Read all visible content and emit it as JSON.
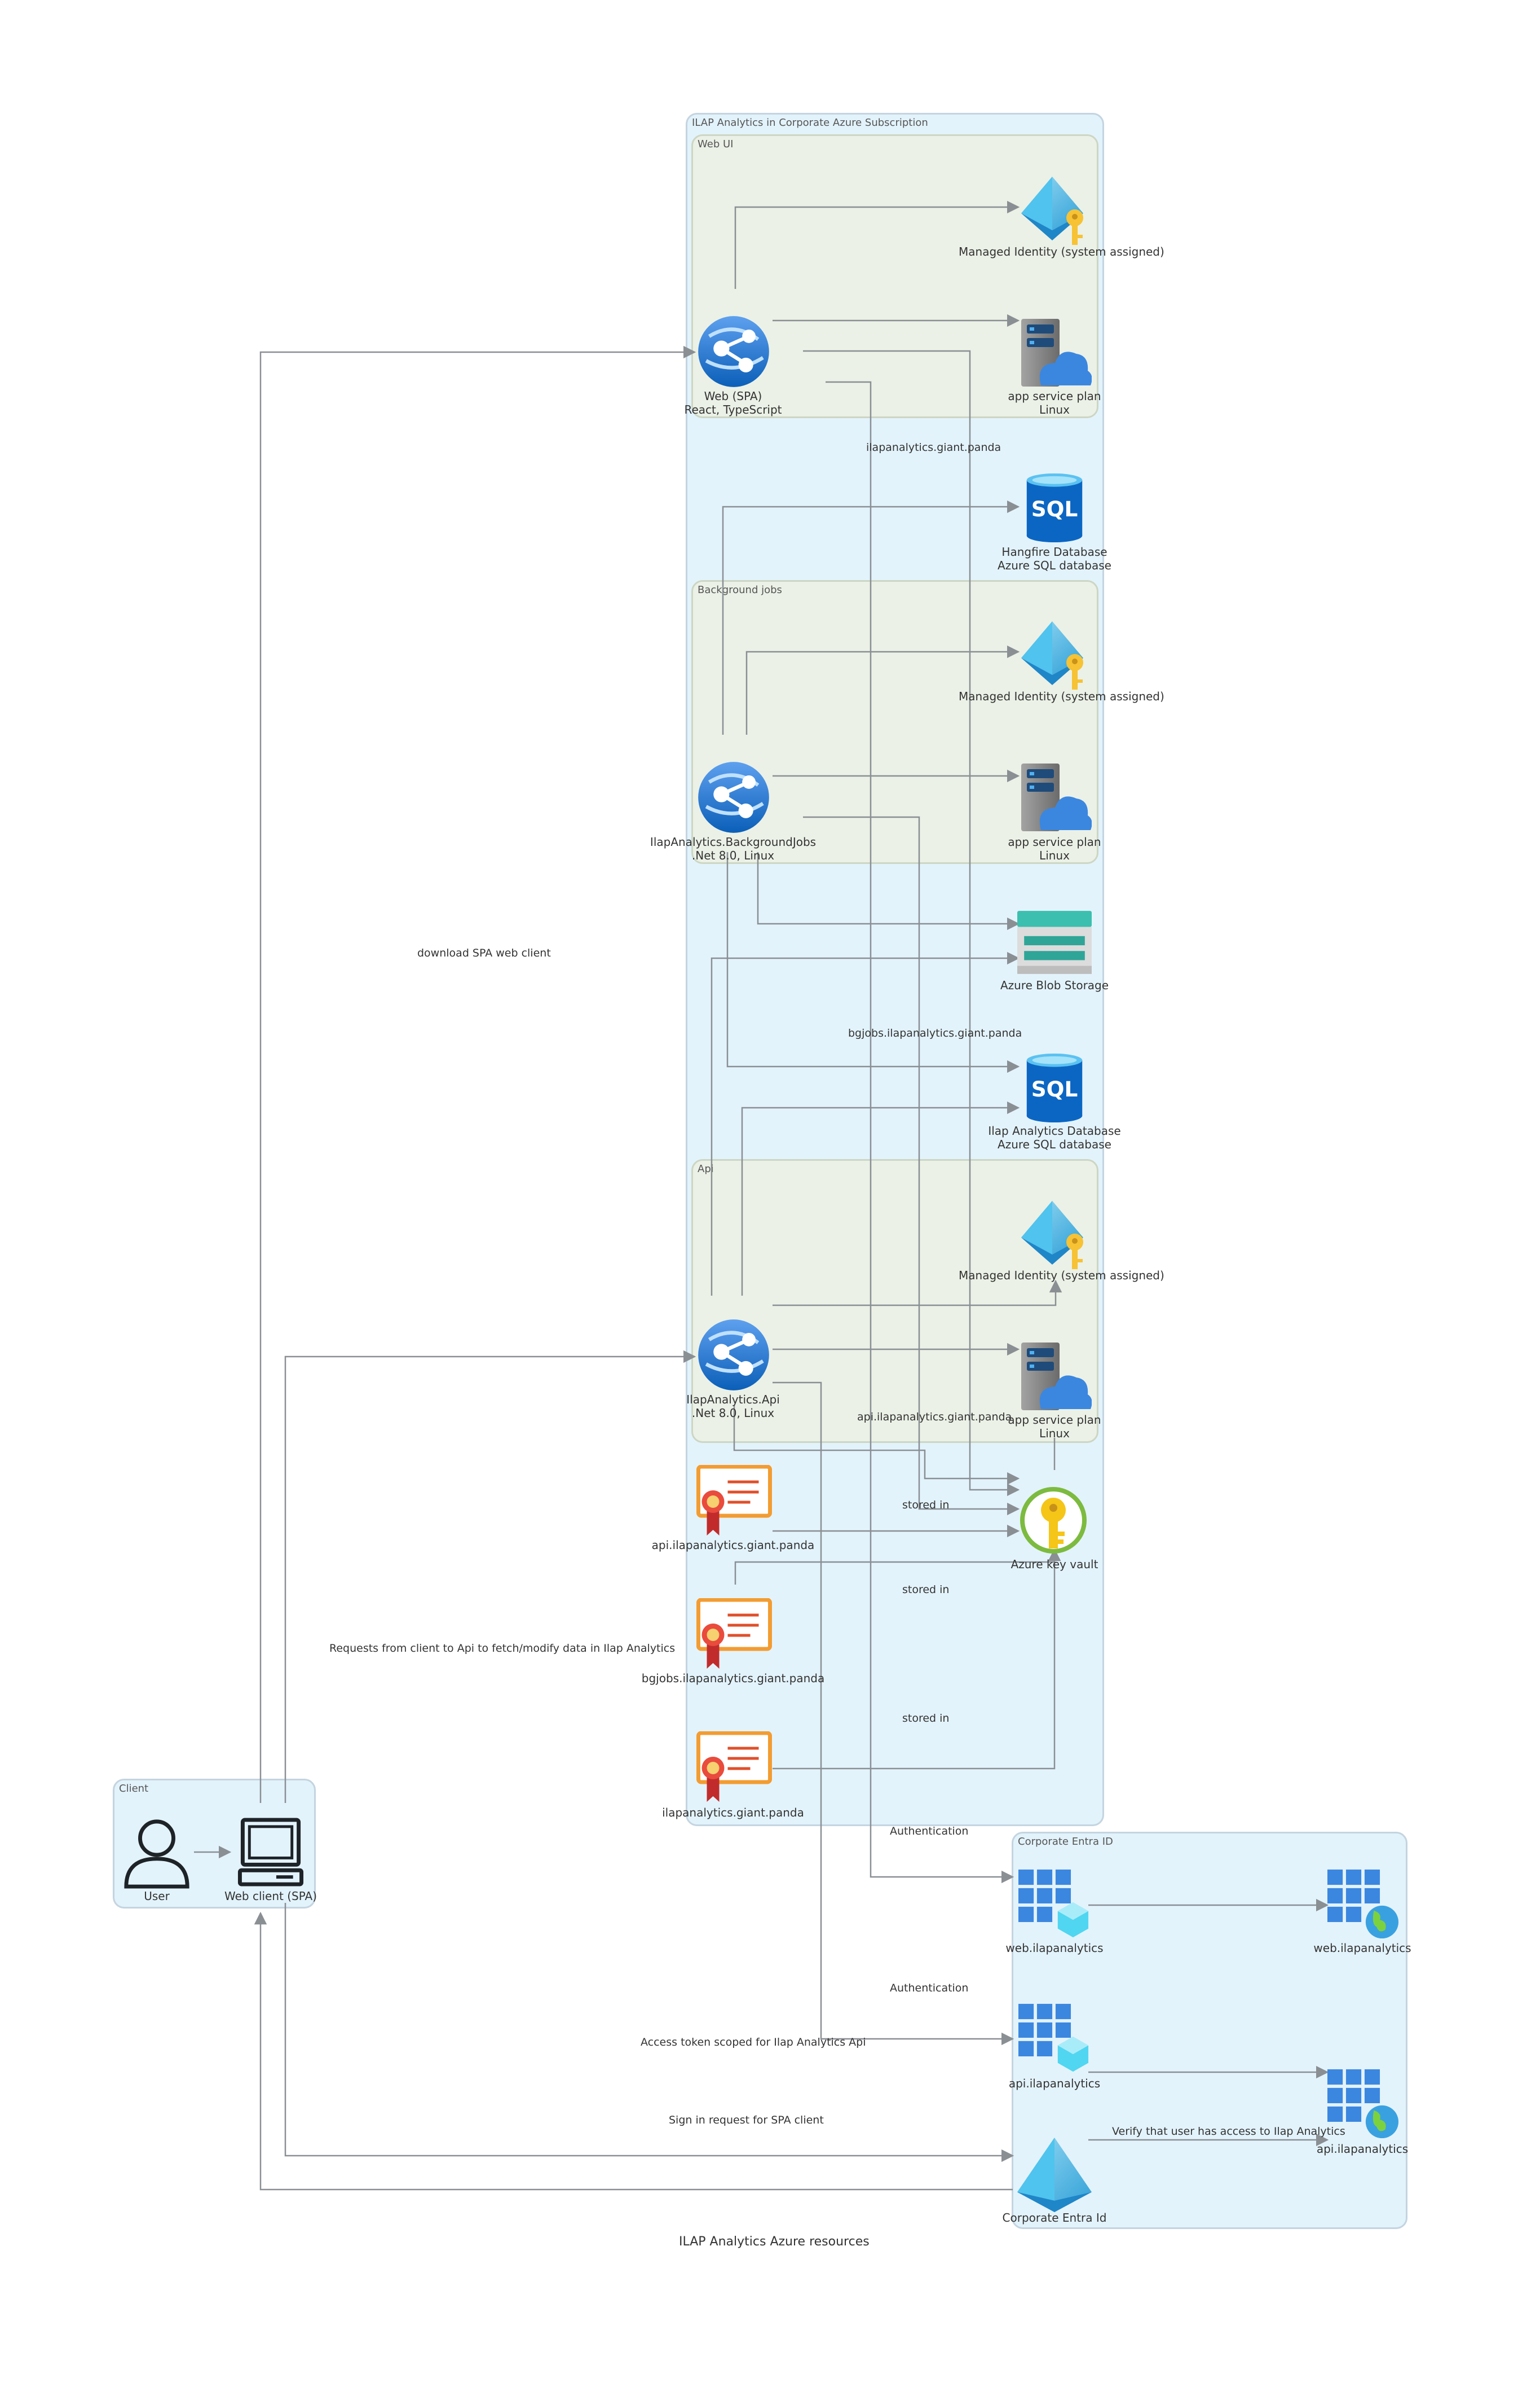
{
  "diagram": {
    "title": "ILAP Analytics Azure resources",
    "groups": {
      "subscription": "ILAP Analytics in Corporate Azure Subscription",
      "web_ui": "Web UI",
      "background_jobs": "Background jobs",
      "api": "Api",
      "client": "Client",
      "entra": "Corporate Entra ID"
    },
    "nodes": {
      "web_mi": "Managed Identity (system assigned)",
      "web_spa_line1": "Web (SPA)",
      "web_spa_line2": "React, TypeScript",
      "web_plan_line1": "app service plan",
      "web_plan_line2": "Linux",
      "hangfire_db_line1": "Hangfire Database",
      "hangfire_db_line2": "Azure SQL database",
      "bg_mi": "Managed Identity (system assigned)",
      "bg_app_line1": "IlapAnalytics.BackgroundJobs",
      "bg_app_line2": ".Net 8.0, Linux",
      "bg_plan_line1": "app service plan",
      "bg_plan_line2": "Linux",
      "blob": "Azure Blob Storage",
      "ilap_db_line1": "Ilap Analytics Database",
      "ilap_db_line2": "Azure SQL database",
      "api_mi": "Managed Identity (system assigned)",
      "api_app_line1": "IlapAnalytics.Api",
      "api_app_line2": ".Net 8.0, Linux",
      "api_plan_line1": "app service plan",
      "api_plan_line2": "Linux",
      "cert_api": "api.ilapanalytics.giant.panda",
      "cert_bgjobs": "bgjobs.ilapanalytics.giant.panda",
      "cert_web": "ilapanalytics.giant.panda",
      "keyvault": "Azure key vault",
      "user": "User",
      "web_client": "Web client (SPA)",
      "entra_web_app": "web.ilapanalytics",
      "entra_web_ent": "web.ilapanalytics",
      "entra_api_app": "api.ilapanalytics",
      "entra_api_ent": "api.ilapanalytics",
      "entra_id": "Corporate Entra Id"
    },
    "edge_labels": {
      "web_domain": "ilapanalytics.giant.panda",
      "bg_domain": "bgjobs.ilapanalytics.giant.panda",
      "api_domain": "api.ilapanalytics.giant.panda",
      "stored_in_1": "stored in",
      "stored_in_2": "stored in",
      "stored_in_3": "stored in",
      "download": "download SPA web client",
      "requests": "Requests from client to Api to fetch/modify data in Ilap Analytics",
      "auth_1": "Authentication",
      "auth_2": "Authentication",
      "access_token": "Access token scoped for Ilap Analytics Api",
      "sign_in": "Sign in request for SPA client",
      "verify": "Verify that user has access to Ilap Analytics"
    },
    "colors": {
      "group_blue": "#e3f3fb",
      "group_green": "#ebf1e6",
      "azure_blue": "#0078d4",
      "cert_orange": "#f39c32",
      "keyvault_yellow": "#f5c518",
      "blob_teal": "#3cbfae",
      "edge": "#8a8f94"
    },
    "icons": [
      "managed-identity-icon",
      "app-service-icon",
      "app-service-plan-icon",
      "sql-database-icon",
      "blob-storage-icon",
      "certificate-icon",
      "key-vault-icon",
      "user-icon",
      "computer-icon",
      "app-registration-icon",
      "enterprise-app-icon",
      "entra-id-icon"
    ]
  }
}
